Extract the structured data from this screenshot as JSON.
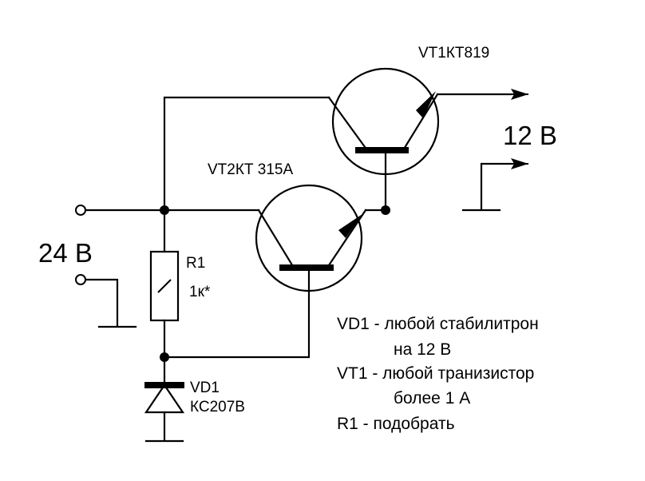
{
  "components": {
    "vt1": {
      "label": "VT1КТ819"
    },
    "vt2": {
      "label": "VT2КТ 315А"
    },
    "r1": {
      "name": "R1",
      "value": "1к*"
    },
    "vd1": {
      "name": "VD1",
      "part": "КС207В"
    }
  },
  "terminals": {
    "input_voltage": "24 В",
    "output_voltage": "12 В"
  },
  "notes": [
    "VD1 - любой стабилитрон",
    "на 12 В",
    "VT1 - любой транизистор",
    "более 1 А",
    "R1 - подобрать"
  ]
}
